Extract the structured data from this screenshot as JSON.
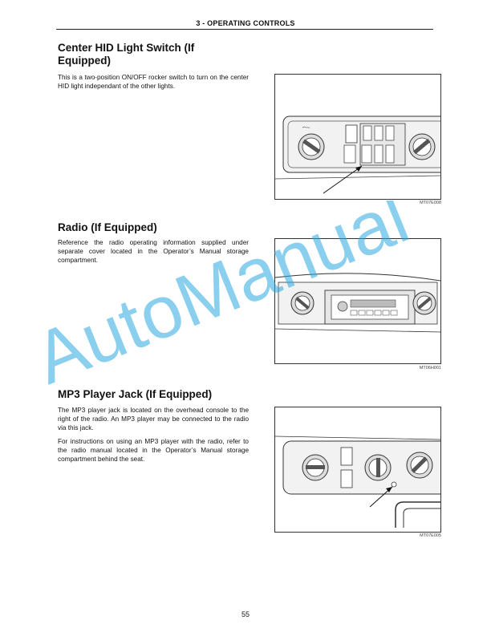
{
  "header": {
    "section": "3 - OPERATING CONTROLS"
  },
  "sections": [
    {
      "title_line1": "Center HID Light Switch (If",
      "title_line2": "Equipped)",
      "paragraphs": [
        "This is a two-position ON/OFF rocker switch to turn on the center HID light independant of the other lights."
      ],
      "figure_code": "MT07E008"
    },
    {
      "title_line1": "Radio (If Equipped)",
      "paragraphs": [
        "Reference the radio operating information supplied under separate cover located in the Operator’s Manual storage compartment."
      ],
      "figure_code": "MT06H001"
    },
    {
      "title_line1": "MP3 Player Jack (If Equipped)",
      "paragraphs": [
        "The MP3 player jack is located on the overhead console to the right of the radio. An MP3 player may be connected to the radio via this jack.",
        "For instructions on using an MP3 player with the radio, refer to the radio manual located in the Operator’s Manual storage compartment behind the seat."
      ],
      "figure_code": "MT07E005"
    }
  ],
  "watermark": {
    "text": "AutoManual",
    "color": "#29a8e0"
  },
  "page_number": "55"
}
